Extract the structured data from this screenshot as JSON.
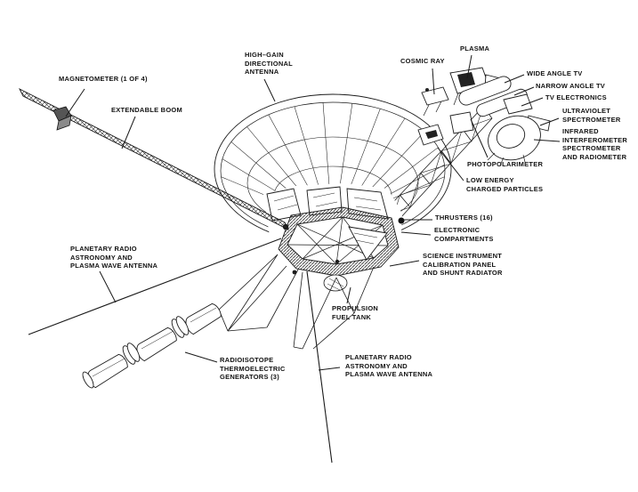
{
  "figure": {
    "type": "labeled-line-diagram",
    "background_color": "#ffffff",
    "ink_color": "#1a1a1a"
  },
  "labels": {
    "magnetometer": {
      "text": "MAGNETOMETER (1 OF 4)"
    },
    "extendable_boom": {
      "text": "EXTENDABLE BOOM"
    },
    "high_gain": {
      "text": "HIGH–GAIN\nDIRECTIONAL\nANTENNA"
    },
    "cosmic_ray": {
      "text": "COSMIC RAY"
    },
    "plasma": {
      "text": "PLASMA"
    },
    "wide_angle_tv": {
      "text": "WIDE ANGLE TV"
    },
    "narrow_angle_tv": {
      "text": "NARROW ANGLE TV"
    },
    "tv_electronics": {
      "text": "TV ELECTRONICS"
    },
    "ultraviolet_spectrometer": {
      "text": "ULTRAVIOLET\nSPECTROMETER"
    },
    "infrared": {
      "text": "INFRARED\nINTERFEROMETER\nSPECTROMETER\nAND RADIOMETER"
    },
    "photopolarimeter": {
      "text": "PHOTOPOLARIMETER"
    },
    "low_energy": {
      "text": "LOW ENERGY\nCHARGED PARTICLES"
    },
    "thrusters": {
      "text": "THRUSTERS (16)"
    },
    "electronic_compartments": {
      "text": "ELECTRONIC\nCOMPARTMENTS"
    },
    "science_calibration": {
      "text": "SCIENCE INSTRUMENT\nCALIBRATION PANEL\nAND SHUNT RADIATOR"
    },
    "propulsion_fuel_tank": {
      "text": "PROPULSION\nFUEL TANK"
    },
    "rtg": {
      "text": "RADIOISOTOPE\nTHERMOELECTRIC\nGENERATORS (3)"
    },
    "pra_left": {
      "text": "PLANETARY RADIO\nASTRONOMY AND\nPLASMA WAVE ANTENNA"
    },
    "pra_bottom": {
      "text": "PLANETARY RADIO\nASTRONOMY AND\nPLASMA WAVE ANTENNA"
    }
  }
}
